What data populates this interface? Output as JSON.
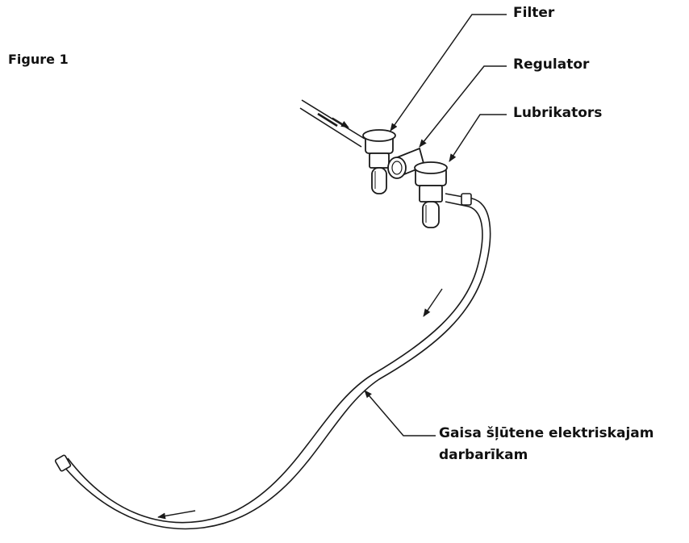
{
  "figure_title": "Figure 1",
  "labels": {
    "filter": "Filter",
    "regulator": "Regulator",
    "lubricators": "Lubrikators",
    "hose_line1": "Gaisa šļūtene elektriskajam",
    "hose_line2": "darbarīkam"
  },
  "colors": {
    "line": "#1a1a1a",
    "background": "#ffffff"
  }
}
